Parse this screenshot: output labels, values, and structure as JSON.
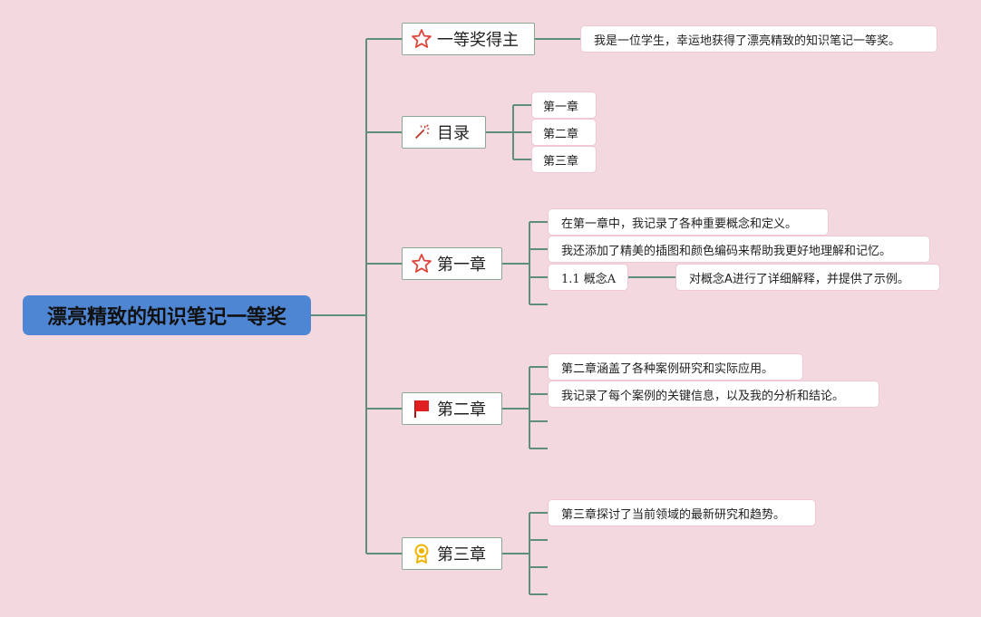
{
  "root": {
    "title": "漂亮精致的知识笔记一等奖"
  },
  "branches": {
    "winner": {
      "label": "一等奖得主",
      "icon": "star-outline-icon",
      "child": "我是一位学生，幸运地获得了漂亮精致的知识笔记一等奖。"
    },
    "toc": {
      "label": "目录",
      "icon": "magic-wand-icon",
      "items": [
        "第一章",
        "第二章",
        "第三章"
      ]
    },
    "ch1": {
      "label": "第一章",
      "icon": "star-outline-icon",
      "items": [
        "在第一章中，我记录了各种重要概念和定义。",
        "我还添加了精美的插图和颜色编码来帮助我更好地理解和记忆。",
        "1.1 概念A"
      ],
      "sub": "对概念A进行了详细解释，并提供了示例。"
    },
    "ch2": {
      "label": "第二章",
      "icon": "red-flag-icon",
      "items": [
        "第二章涵盖了各种案例研究和实际应用。",
        "我记录了每个案例的关键信息，以及我的分析和结论。"
      ]
    },
    "ch3": {
      "label": "第三章",
      "icon": "award-badge-icon",
      "items": [
        "第三章探讨了当前领域的最新研究和趋势。"
      ]
    }
  },
  "colors": {
    "background": "#f4d8e0",
    "root": "#4f86d3",
    "connector": "#5d8f7b",
    "star": "#e0453a",
    "flag": "#e02020",
    "award": "#f0b400"
  }
}
